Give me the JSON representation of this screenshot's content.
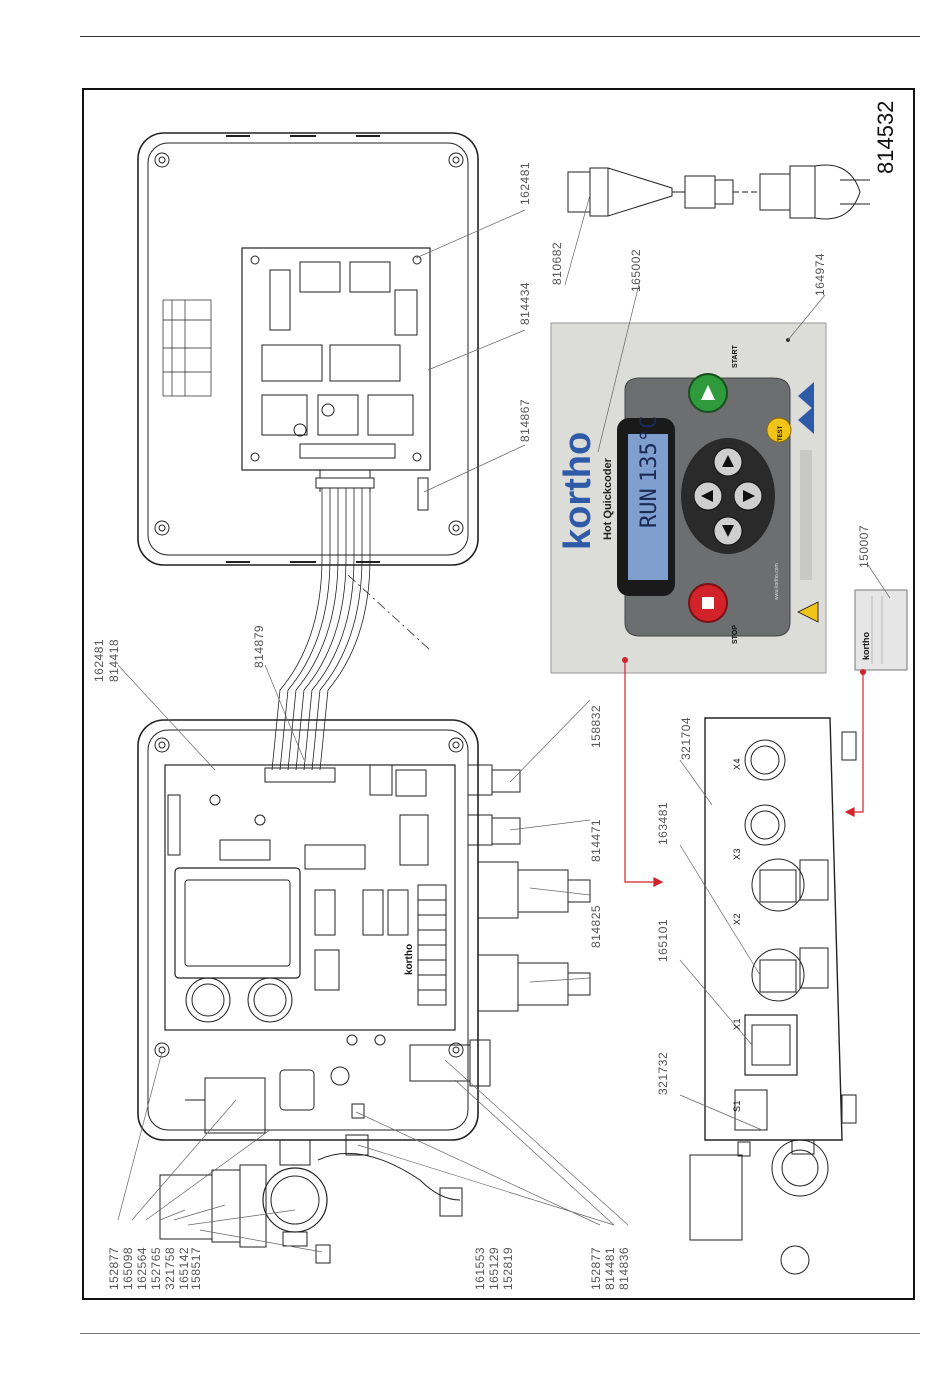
{
  "drawing_number": "814532",
  "labels_top": {
    "l162481": "162481",
    "l814434": "814434",
    "l814867": "814867",
    "l810682": "810682",
    "l165002": "165002",
    "l164974": "164974",
    "l150007": "150007"
  },
  "labels_left": {
    "l162481b": "162481",
    "l814418": "814418",
    "l814879": "814879",
    "l158832": "158832",
    "l814471": "814471",
    "l814825": "814825",
    "l321704": "321704",
    "l163481": "163481",
    "l165101": "165101",
    "l321732": "321732"
  },
  "labels_bottom": [
    "152877",
    "165098",
    "162564",
    "152765",
    "321758",
    "165142",
    "158517",
    "161553",
    "165129",
    "152819",
    "152877",
    "814481",
    "814836"
  ],
  "panel": {
    "brand": "kortho",
    "product": "Hot Quickcoder",
    "lcd_line1": "RUN",
    "lcd_line2": "135°C",
    "start": "START",
    "stop": "STOP",
    "test": "TEST",
    "web": "www.kortho.com"
  },
  "pcb_brand": "kortho",
  "ports": [
    "S1",
    "X1",
    "X2",
    "X3",
    "X4"
  ],
  "nameplate_brand": "kortho",
  "colors": {
    "start": "#2e9a3b",
    "stop": "#d2232a",
    "test": "#f0c419",
    "panel": "#dcdcd8",
    "keypad": "#6d6e70",
    "lcd": "#7f9fce",
    "accent": "#d2232a"
  }
}
